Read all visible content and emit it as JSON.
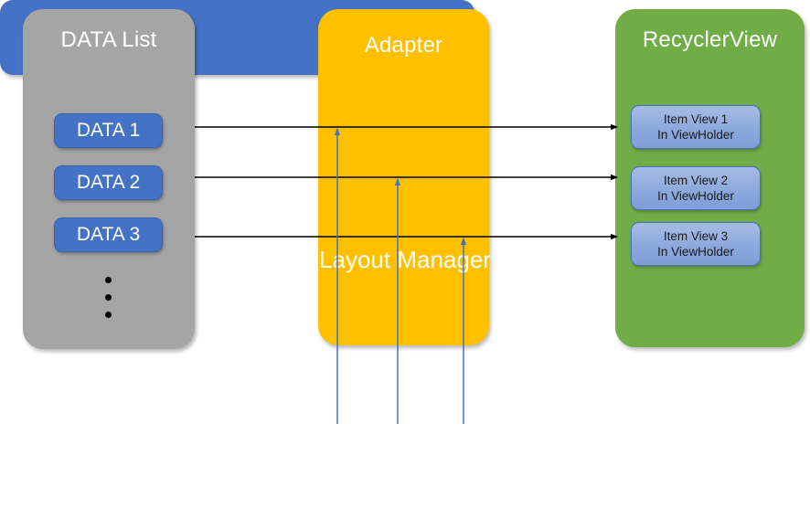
{
  "diagram": {
    "title": "RecyclerView architecture",
    "background": "#ffffff",
    "colors": {
      "data_list": "#a5a5a5",
      "adapter": "#ffc000",
      "recyclerview": "#70ad47",
      "layout_manager": "#4472c4",
      "data_chip": "#4472c4",
      "item_view": "#8faadc",
      "arrow_black": "#000000",
      "arrow_blue": "#4472c4"
    }
  },
  "data_list": {
    "title": "DATA List",
    "items": [
      {
        "label": "DATA 1"
      },
      {
        "label": "DATA 2"
      },
      {
        "label": "DATA 3"
      }
    ],
    "ellipsis_dots": 3
  },
  "adapter": {
    "title": "Adapter"
  },
  "recyclerview": {
    "title": "RecyclerView",
    "items": [
      {
        "line1": "Item View 1",
        "line2": "In ViewHolder"
      },
      {
        "line1": "Item View 2",
        "line2": "In ViewHolder"
      },
      {
        "line1": "Item View 3",
        "line2": "In ViewHolder"
      }
    ]
  },
  "layout_manager": {
    "title": "Layout Manager"
  },
  "connectors": {
    "data_to_view": [
      {
        "from": "DATA 1",
        "to": "Item View 1 In ViewHolder"
      },
      {
        "from": "DATA 2",
        "to": "Item View 2 In ViewHolder"
      },
      {
        "from": "DATA 3",
        "to": "Item View 3 In ViewHolder"
      }
    ],
    "layout_manager_to_adapter": [
      {
        "from": "Layout Manager",
        "to": "Adapter"
      },
      {
        "from": "Layout Manager",
        "to": "Adapter"
      },
      {
        "from": "Layout Manager",
        "to": "Adapter"
      }
    ]
  }
}
